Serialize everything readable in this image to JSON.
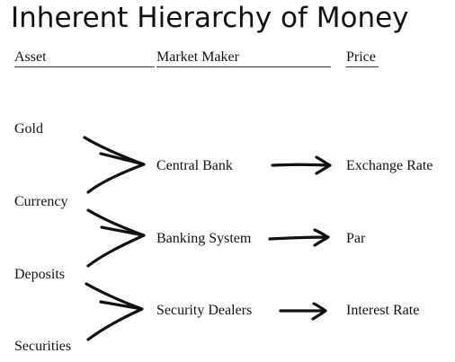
{
  "title": "Inherent Hierarchy of Money",
  "headers": {
    "asset": "Asset",
    "market_maker": "Market Maker",
    "price": "Price"
  },
  "assets": [
    "Gold",
    "Currency",
    "Deposits",
    "Securities"
  ],
  "rows": [
    {
      "market_maker": "Central Bank",
      "price": "Exchange Rate"
    },
    {
      "market_maker": "Banking System",
      "price": "Par"
    },
    {
      "market_maker": "Security Dealers",
      "price": "Interest Rate"
    }
  ]
}
